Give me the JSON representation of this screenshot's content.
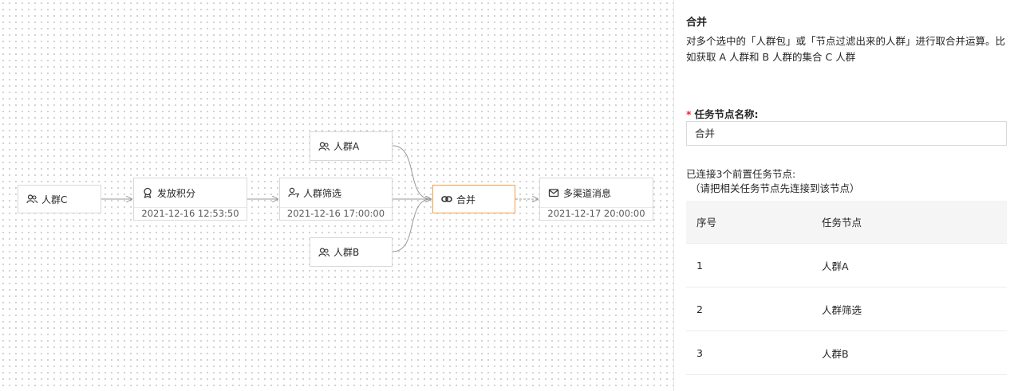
{
  "canvas": {
    "nodes": {
      "crowd_c": {
        "label": "人群C",
        "icon": "crowd-icon"
      },
      "points": {
        "label": "发放积分",
        "time": "2021-12-16 12:53:50",
        "icon": "award-icon"
      },
      "filter": {
        "label": "人群筛选",
        "time": "2021-12-16 17:00:00",
        "icon": "user-filter-icon"
      },
      "crowd_a": {
        "label": "人群A",
        "icon": "crowd-icon"
      },
      "crowd_b": {
        "label": "人群B",
        "icon": "crowd-icon"
      },
      "merge": {
        "label": "合并",
        "icon": "merge-icon"
      },
      "message": {
        "label": "多渠道消息",
        "time": "2021-12-17 20:00:00",
        "icon": "mail-icon"
      }
    }
  },
  "panel": {
    "title": "合并",
    "description": "对多个选中的「人群包」或「节点过滤出来的人群」进行取合并运算。比如获取 A 人群和 B 人群的集合 C 人群",
    "name_label": "任务节点名称:",
    "required_mark": "*",
    "name_value": "合并",
    "connected_info": "已连接3个前置任务节点:",
    "connected_hint": "（请把相关任务节点先连接到该节点）",
    "table": {
      "headers": [
        "序号",
        "任务节点"
      ],
      "rows": [
        [
          "1",
          "人群A"
        ],
        [
          "2",
          "人群筛选"
        ],
        [
          "3",
          "人群B"
        ]
      ]
    }
  },
  "colors": {
    "selected_border": "#f0a04b",
    "required": "#f5222d",
    "edge": "#999999"
  }
}
